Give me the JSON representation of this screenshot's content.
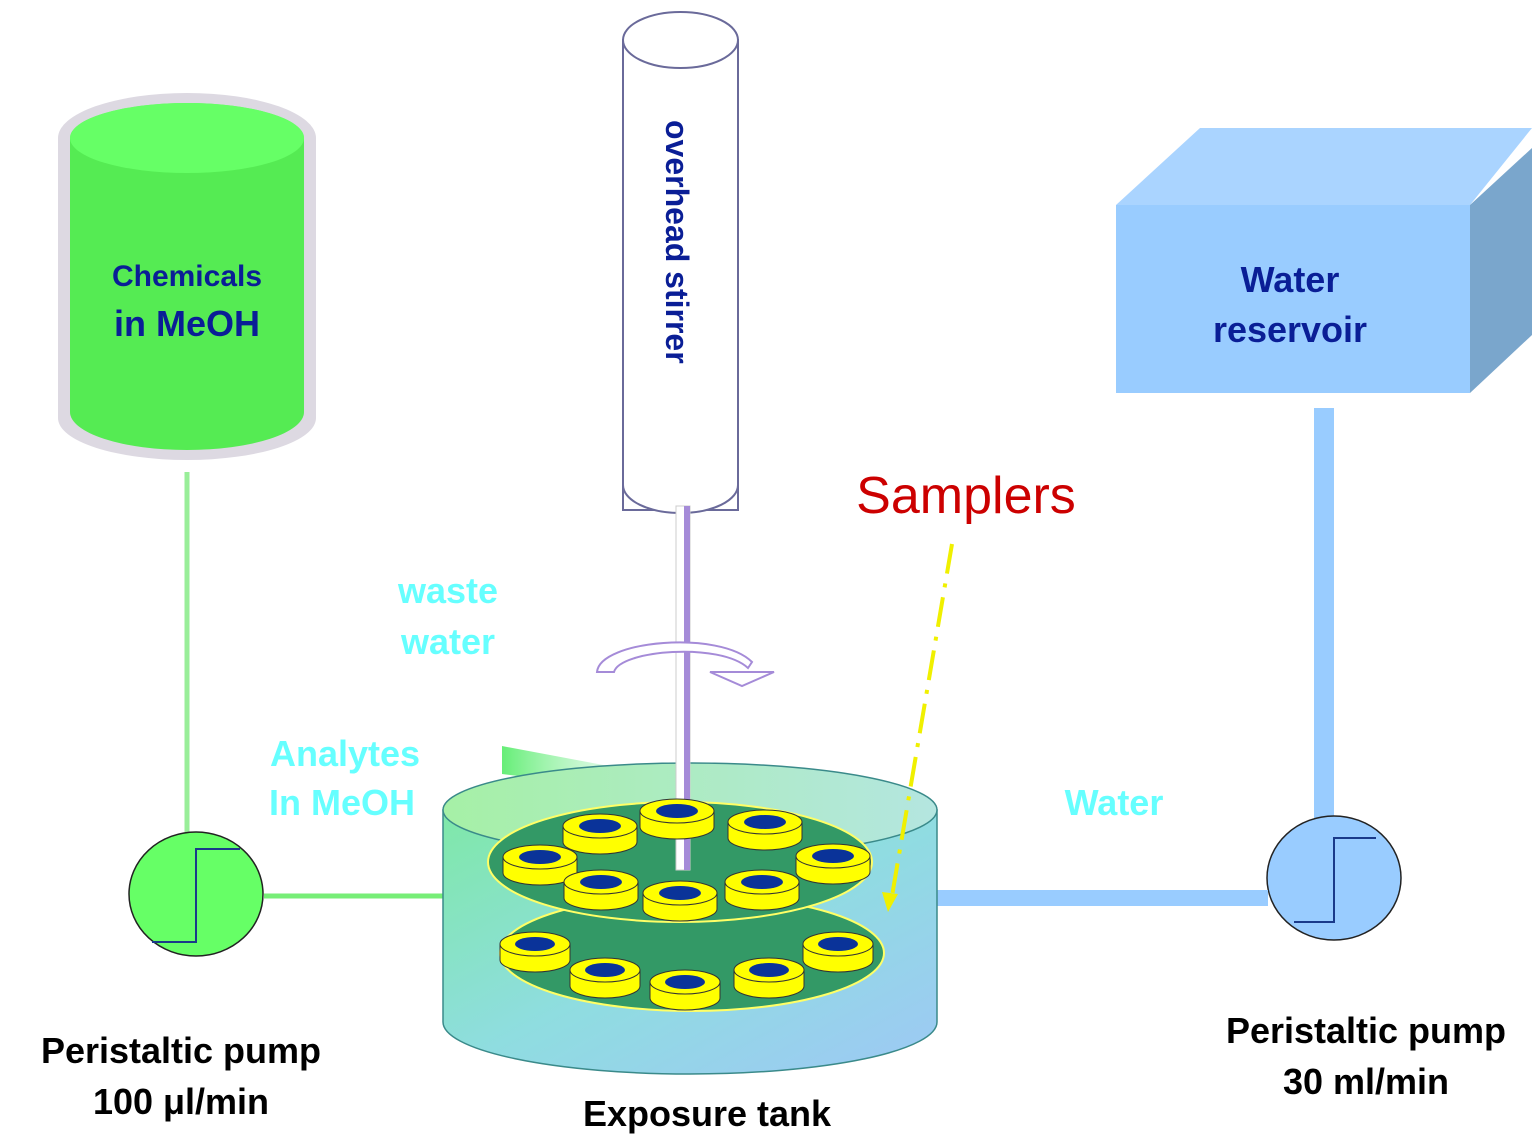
{
  "labels": {
    "chemicals_line1": "Chemicals",
    "chemicals_line2": "in MeOH",
    "stirrer": "overhead stirrer",
    "water_reservoir_line1": "Water",
    "water_reservoir_line2": "reservoir",
    "samplers": "Samplers",
    "waste_line1": "waste",
    "waste_line2": "water",
    "analytes_line1": "Analytes",
    "analytes_line2": "In MeOH",
    "water_flow": "Water",
    "pump_left_line1": "Peristaltic pump",
    "pump_left_line2": "100 μl/min",
    "pump_right_line1": "Peristaltic pump",
    "pump_right_line2": "30 ml/min",
    "tank": "Exposure tank"
  },
  "colors": {
    "chemical_green": "#66ff66",
    "chemical_text": "#0a1e96",
    "reservoir_blue": "#99ccff",
    "reservoir_side": "#7aa6cc",
    "stream_text": "#66ffff",
    "samplers_red": "#cc0000",
    "sampler_yellow": "#ffff00",
    "sampler_core": "#0a3399",
    "tray_green": "#339966",
    "stirrer_rod": "#a58bd8",
    "dark_text": "#000000"
  }
}
